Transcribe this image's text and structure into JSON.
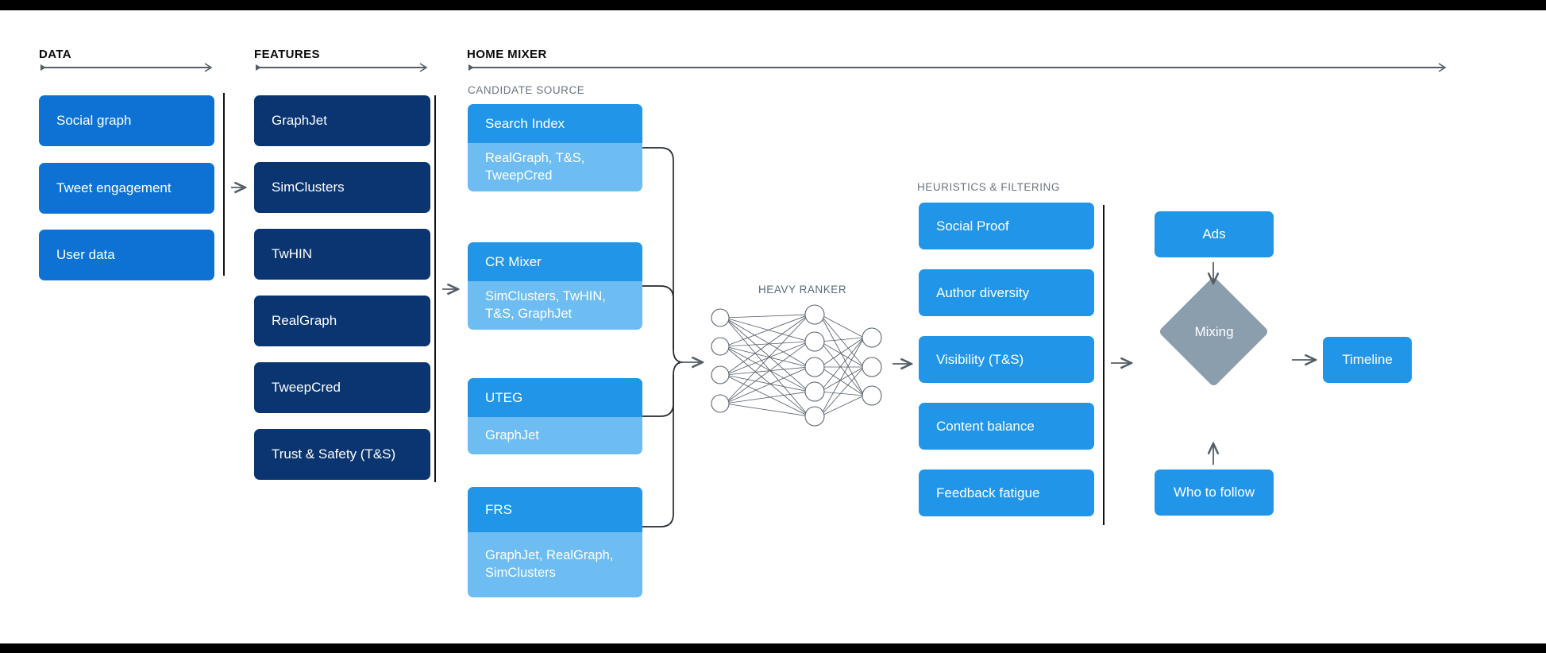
{
  "sections": {
    "data": {
      "title": "DATA"
    },
    "features": {
      "title": "FEATURES"
    },
    "home_mixer": {
      "title": "HOME MIXER"
    },
    "candidate_source": {
      "title": "CANDIDATE SOURCE"
    },
    "heavy_ranker": {
      "title": "HEAVY RANKER"
    },
    "heuristics": {
      "title": "HEURISTICS & FILTERING"
    }
  },
  "data_boxes": [
    {
      "label": "Social graph"
    },
    {
      "label": "Tweet engagement"
    },
    {
      "label": "User data"
    }
  ],
  "feature_boxes": [
    {
      "label": "GraphJet"
    },
    {
      "label": "SimClusters"
    },
    {
      "label": "TwHIN"
    },
    {
      "label": "RealGraph"
    },
    {
      "label": "TweepCred"
    },
    {
      "label": "Trust & Safety (T&S)"
    }
  ],
  "candidate_sources": [
    {
      "name": "Search Index",
      "features": "RealGraph, T&S,\nTweepCred"
    },
    {
      "name": "CR Mixer",
      "features": "SimClusters, TwHIN,\nT&S, GraphJet"
    },
    {
      "name": "UTEG",
      "features": "GraphJet"
    },
    {
      "name": "FRS",
      "features": "GraphJet, RealGraph,\nSimClusters"
    }
  ],
  "heuristic_boxes": [
    {
      "label": "Social Proof"
    },
    {
      "label": "Author diversity"
    },
    {
      "label": "Visibility (T&S)"
    },
    {
      "label": "Content balance"
    },
    {
      "label": "Feedback fatigue"
    }
  ],
  "outputs": {
    "ads": "Ads",
    "mixing": "Mixing",
    "who_to_follow": "Who to follow",
    "timeline": "Timeline"
  },
  "neural_net": {
    "layers": [
      4,
      5,
      3
    ]
  },
  "colors": {
    "data_box": "#0d72d3",
    "feature_box": "#0a3570",
    "candidate_header": "#2196e8",
    "candidate_body": "#6ebdf2",
    "heuristic_box": "#2196e8",
    "mixing_diamond": "#8b9eae",
    "bar": "#000000",
    "arrow": "#555e66"
  }
}
